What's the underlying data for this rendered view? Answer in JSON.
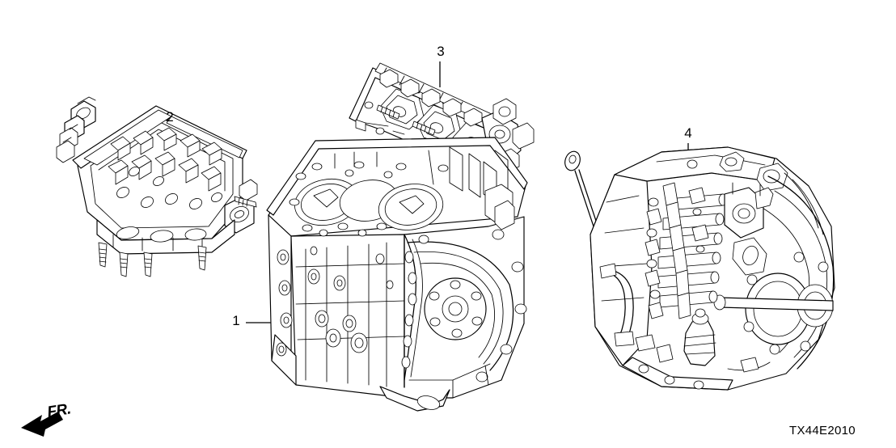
{
  "diagram": {
    "code": "TX44E2010",
    "orientation_marker": {
      "label": "FR.",
      "icon": "front-direction-arrow-icon"
    },
    "callouts": [
      {
        "number": "1",
        "part": "engine-block-assembly"
      },
      {
        "number": "2",
        "part": "front-cylinder-head-assembly"
      },
      {
        "number": "3",
        "part": "rear-cylinder-head-assembly"
      },
      {
        "number": "4",
        "part": "transmission-assembly"
      }
    ],
    "parts": {
      "engine_block": {
        "number": "1"
      },
      "front_cylinder_head": {
        "number": "2"
      },
      "rear_cylinder_head": {
        "number": "3"
      },
      "transmission": {
        "number": "4"
      }
    }
  }
}
